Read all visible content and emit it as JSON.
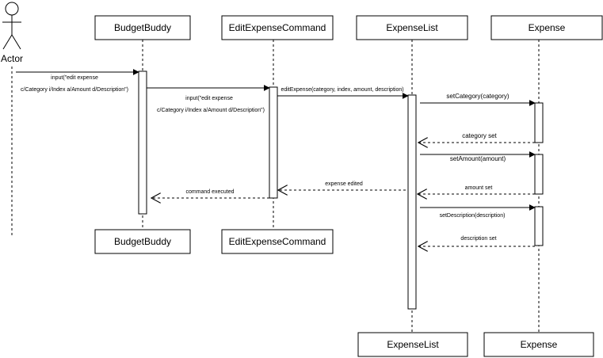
{
  "actor": {
    "label": "Actor"
  },
  "participants": [
    {
      "id": "budgetbuddy",
      "label": "BudgetBuddy"
    },
    {
      "id": "editcmd",
      "label": "EditExpenseCommand"
    },
    {
      "id": "expenselist",
      "label": "ExpenseList"
    },
    {
      "id": "expense",
      "label": "Expense"
    }
  ],
  "messages": [
    {
      "id": "m1",
      "from": "actor",
      "to": "budgetbuddy",
      "kind": "call",
      "label_line1": "input(\"edit expense",
      "label_line2": "c/Category i/Index a/Amount d/Description\")"
    },
    {
      "id": "m2",
      "from": "budgetbuddy",
      "to": "editcmd",
      "kind": "call",
      "label_line1": "input(\"edit expense",
      "label_line2": "c/Category i/Index a/Amount d/Description\")"
    },
    {
      "id": "m3",
      "from": "editcmd",
      "to": "expenselist",
      "kind": "call",
      "label": "editExpense(category, index, amount, description)"
    },
    {
      "id": "m4",
      "from": "expenselist",
      "to": "expense",
      "kind": "call",
      "label": "setCategory(category)"
    },
    {
      "id": "m5",
      "from": "expense",
      "to": "expenselist",
      "kind": "return",
      "label": "category set"
    },
    {
      "id": "m6",
      "from": "expenselist",
      "to": "expense",
      "kind": "call",
      "label": "setAmount(amount)"
    },
    {
      "id": "m7",
      "from": "expenselist",
      "to": "editcmd",
      "kind": "return",
      "label": "expense edited"
    },
    {
      "id": "m8",
      "from": "editcmd",
      "to": "budgetbuddy",
      "kind": "return",
      "label": "command executed"
    },
    {
      "id": "m9",
      "from": "expense",
      "to": "expenselist",
      "kind": "return",
      "label": "amount set"
    },
    {
      "id": "m10",
      "from": "expenselist",
      "to": "expense",
      "kind": "call",
      "label": "setDescription(description)"
    },
    {
      "id": "m11",
      "from": "expense",
      "to": "expenselist",
      "kind": "return",
      "label": "description set"
    }
  ]
}
